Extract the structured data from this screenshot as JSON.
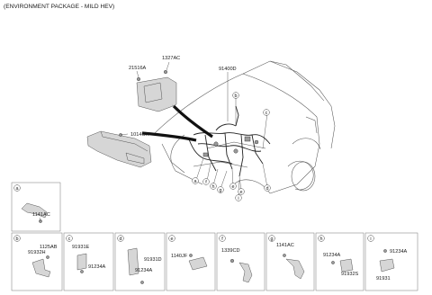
{
  "header": {
    "title": "(ENVIRONMENT PACKAGE - MILD HEV)"
  },
  "main": {
    "labels": {
      "p21516A": "21516A",
      "p1327AC": "1327AC",
      "p91400D": "91400D",
      "p1014CH": "1014CH"
    },
    "callouts": [
      "a",
      "b",
      "c",
      "d",
      "e",
      "f",
      "g",
      "h",
      "i"
    ]
  },
  "detail_boxes": {
    "a": {
      "letter": "a",
      "part": "1141AC"
    },
    "b": {
      "letter": "b",
      "parts": [
        "1125AB",
        "91932H"
      ]
    },
    "c": {
      "letter": "c",
      "parts": [
        "91931E",
        "91234A"
      ]
    },
    "d": {
      "letter": "d",
      "parts": [
        "91931D",
        "91234A"
      ]
    },
    "e": {
      "letter": "e",
      "part": "1140JF"
    },
    "f": {
      "letter": "f",
      "part": "1339CD"
    },
    "g": {
      "letter": "g",
      "part": "1141AC"
    },
    "h": {
      "letter": "h",
      "parts": [
        "91234A",
        "91932S"
      ]
    },
    "i": {
      "letter": "i",
      "parts": [
        "91234A",
        "91931"
      ]
    }
  }
}
